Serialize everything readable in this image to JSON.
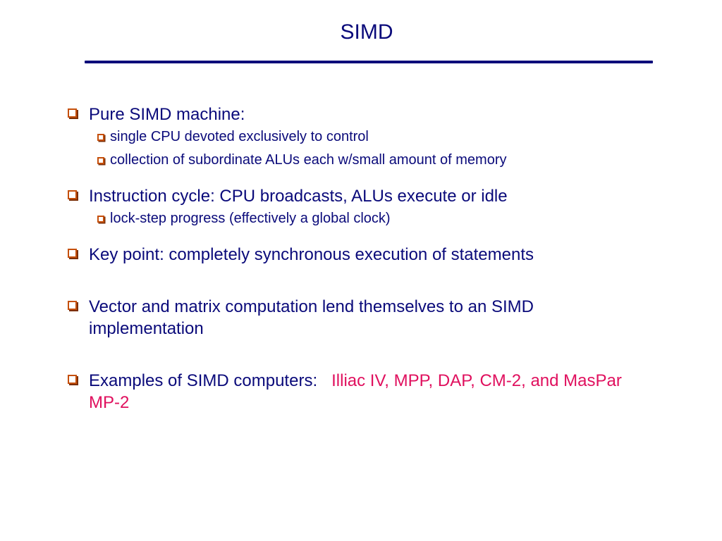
{
  "slide": {
    "title": "SIMD"
  },
  "bullets": {
    "b1": {
      "text": "Pure SIMD machine:",
      "sub": [
        "single CPU devoted exclusively to control",
        "collection of subordinate ALUs each w/small amount of memory"
      ]
    },
    "b2": {
      "text": "Instruction cycle: CPU broadcasts, ALUs execute or idle",
      "sub": [
        "lock-step progress (effectively a global clock)"
      ]
    },
    "b3": {
      "text": "Key point: completely synchronous execution of statements"
    },
    "b4": {
      "text": "Vector and matrix computation lend themselves to an SIMD implementation"
    },
    "b5": {
      "text": "Examples of SIMD computers:",
      "highlight": "Illiac IV, MPP, DAP, CM-2, and MasPar MP-2"
    }
  },
  "colors": {
    "text": "#0a0a7a",
    "bullet_box": "#c54f0a",
    "highlight": "#e0105e",
    "background": "#ffffff"
  },
  "icons": {
    "bullet": "hollow-square-bullet-icon"
  }
}
